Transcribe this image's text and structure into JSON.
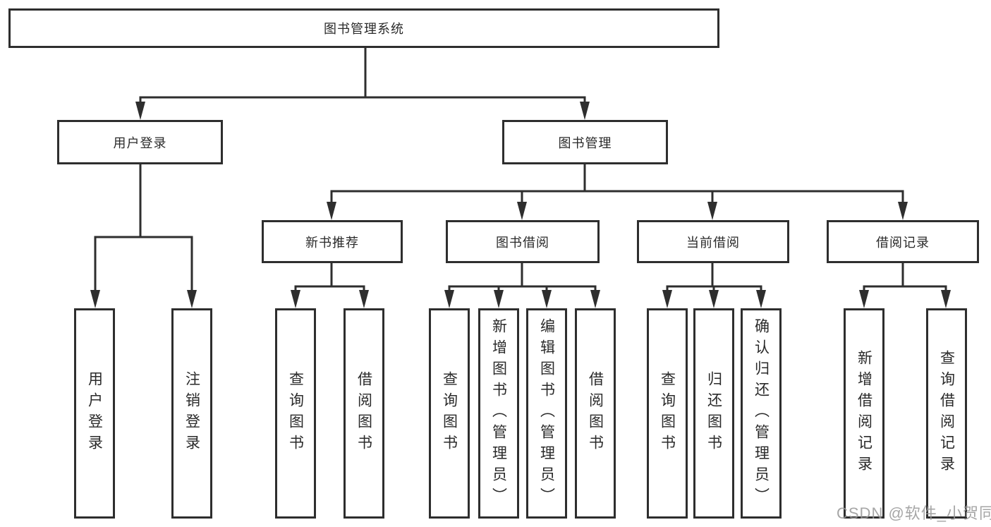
{
  "watermark": "CSDN @软件_小贺同学",
  "colors": {
    "line": "#2e2e2e",
    "border": "#2e2e2e",
    "background": "#ffffff",
    "watermark_gray": "#969696"
  },
  "tree": {
    "root": {
      "label": "图书管理系统"
    },
    "branches": [
      {
        "label": "用户登录",
        "children": [
          {
            "label": "用户登录"
          },
          {
            "label": "注销登录"
          }
        ]
      },
      {
        "label": "图书管理",
        "children": [
          {
            "label": "新书推荐",
            "children": [
              {
                "label": "查询图书"
              },
              {
                "label": "借阅图书"
              }
            ]
          },
          {
            "label": "图书借阅",
            "children": [
              {
                "label": "查询图书"
              },
              {
                "label": "新增图书（管理员）"
              },
              {
                "label": "编辑图书（管理员）"
              },
              {
                "label": "借阅图书"
              }
            ]
          },
          {
            "label": "当前借阅",
            "children": [
              {
                "label": "查询图书"
              },
              {
                "label": "归还图书"
              },
              {
                "label": "确认归还（管理员）"
              }
            ]
          },
          {
            "label": "借阅记录",
            "children": [
              {
                "label": "新增借阅记录"
              },
              {
                "label": "查询借阅记录"
              }
            ]
          }
        ]
      }
    ]
  }
}
